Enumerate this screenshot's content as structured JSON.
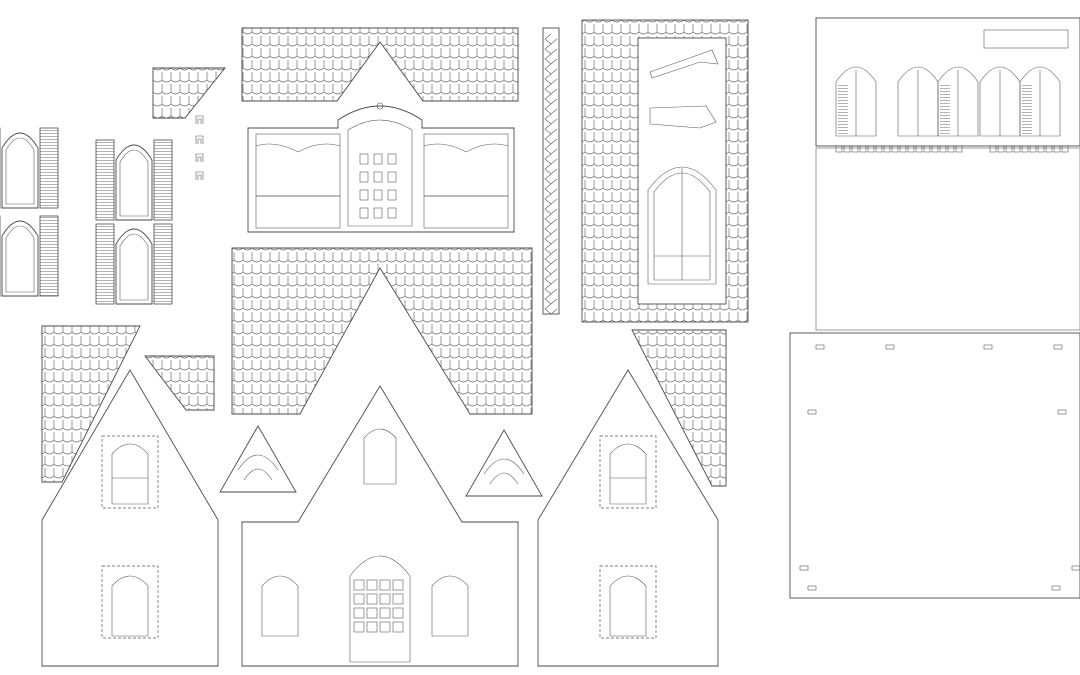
{
  "sheet": {
    "background": "#ffffff",
    "line_color": "#4a4a4a",
    "parts": [
      {
        "name": "shutter-window-panel",
        "count": 6
      },
      {
        "name": "roof-tile-panel",
        "count": 7
      },
      {
        "name": "gable-wall-panel",
        "count": 3
      },
      {
        "name": "balcony-front-panel",
        "count": 1
      },
      {
        "name": "decorative-bracket",
        "count": 2
      },
      {
        "name": "zigzag-trim-strip",
        "count": 1
      },
      {
        "name": "base-floor-panel",
        "count": 1
      },
      {
        "name": "arched-window-side-panel",
        "count": 1
      }
    ]
  }
}
